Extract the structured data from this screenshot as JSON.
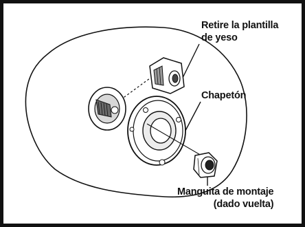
{
  "colors": {
    "ink": "#111111",
    "paper": "#ffffff",
    "wall": "#ffffff",
    "metal_gray": "#b8b8b8"
  },
  "callouts": {
    "plaster_guard": {
      "lines": [
        "Retire la plantilla",
        "de yeso"
      ]
    },
    "escutcheon": {
      "lines": [
        "Chapetón"
      ]
    },
    "mounting_sleeve": {
      "lines": [
        "Manguita de montaje",
        "(dado vuelta)"
      ]
    }
  }
}
